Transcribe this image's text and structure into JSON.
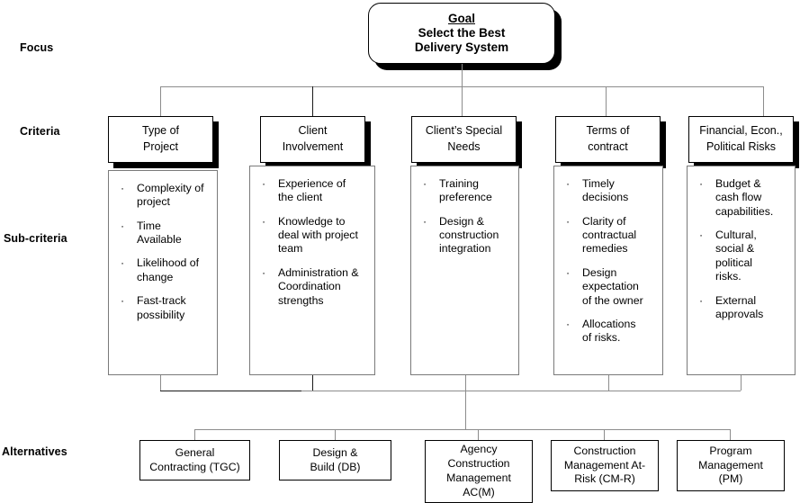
{
  "rows": [
    {
      "key": "focus",
      "label": "Focus"
    },
    {
      "key": "criteria",
      "label": "Criteria"
    },
    {
      "key": "subcriteria",
      "label": "Sub-criteria"
    },
    {
      "key": "alternatives",
      "label": "Alternatives"
    }
  ],
  "goal": {
    "heading": "Goal",
    "line1": "Select the Best",
    "line2": "Delivery System"
  },
  "criteria": [
    {
      "line1": "Type of",
      "line2": "Project"
    },
    {
      "line1": "Client",
      "line2": "Involvement"
    },
    {
      "line1": "Client’s Special",
      "line2": "Needs"
    },
    {
      "line1": "Terms of",
      "line2": "contract"
    },
    {
      "line1": "Financial, Econ.,",
      "line2": "Political Risks"
    }
  ],
  "subcriteria": [
    {
      "parent": "Type of Project",
      "items": [
        [
          "Complexity of",
          "project"
        ],
        [
          "Time",
          "Available"
        ],
        [
          "Likelihood of",
          "change"
        ],
        [
          "Fast-track",
          "possibility"
        ]
      ]
    },
    {
      "parent": "Client Involvement",
      "items": [
        [
          "Experience of",
          "the client"
        ],
        [
          "Knowledge to",
          "deal with project",
          "team"
        ],
        [
          "Administration &",
          "Coordination",
          "strengths"
        ]
      ]
    },
    {
      "parent": "Client’s Special Needs",
      "items": [
        [
          "Training",
          "preference"
        ],
        [
          "Design &",
          "construction",
          "integration"
        ]
      ]
    },
    {
      "parent": "Terms of contract",
      "items": [
        [
          "Timely",
          "decisions"
        ],
        [
          "Clarity of",
          "contractual",
          "remedies"
        ],
        [
          "Design",
          "expectation",
          "of the owner"
        ],
        [
          "Allocations",
          "of risks."
        ]
      ]
    },
    {
      "parent": "Financial, Econ., Political Risks",
      "items": [
        [
          "Budget &",
          "cash flow",
          "capabilities."
        ],
        [
          "Cultural,",
          "social &",
          "political",
          "risks."
        ],
        [
          "External",
          "approvals"
        ]
      ]
    }
  ],
  "bullet_glyph": "·",
  "alternatives": [
    {
      "lines": [
        "General",
        "Contracting (TGC)"
      ]
    },
    {
      "lines": [
        "Design &",
        "Build (DB)"
      ]
    },
    {
      "lines": [
        "Agency",
        "Construction",
        "Management",
        "AC(M)"
      ]
    },
    {
      "lines": [
        "Construction",
        "Management At-",
        "Risk (CM-R)"
      ]
    },
    {
      "lines": [
        "Program",
        "Management",
        "(PM)"
      ]
    }
  ],
  "colors": {
    "background": "#ffffff",
    "text": "#000000",
    "box_border": "#000000",
    "sub_border": "#7a7a7a",
    "connector": "#8c8c8c",
    "shadow": "#000000"
  }
}
